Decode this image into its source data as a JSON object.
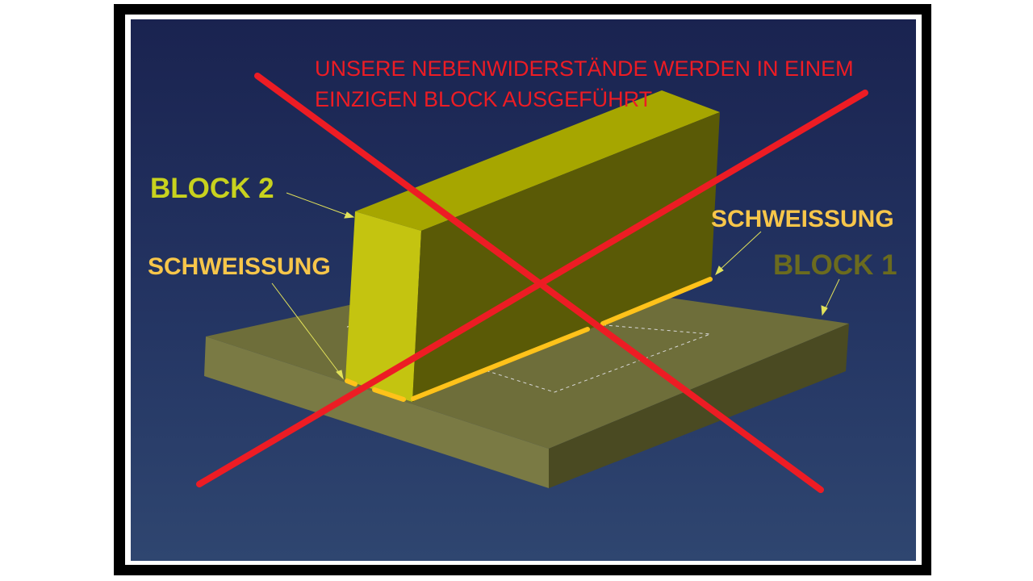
{
  "headline": {
    "line1": "UNSERE NEBENWIDERSTÄNDE WERDEN IN EINEM",
    "line2": "EINZIGEN BLOCK AUSGEFÜHRT"
  },
  "labels": {
    "block2": "BLOCK 2",
    "block1": "BLOCK 1",
    "weld_left": "SCHWEISSUNG",
    "weld_right": "SCHWEISSUNG"
  },
  "colors": {
    "cross": "#ed1c24",
    "block2_label": "#c8d21e",
    "block1_label": "#6b6b1e",
    "weld": "#ffc21a",
    "weld_label": "#f7c64a",
    "background_top": "#1a2350",
    "background_bottom": "#2f4670"
  }
}
